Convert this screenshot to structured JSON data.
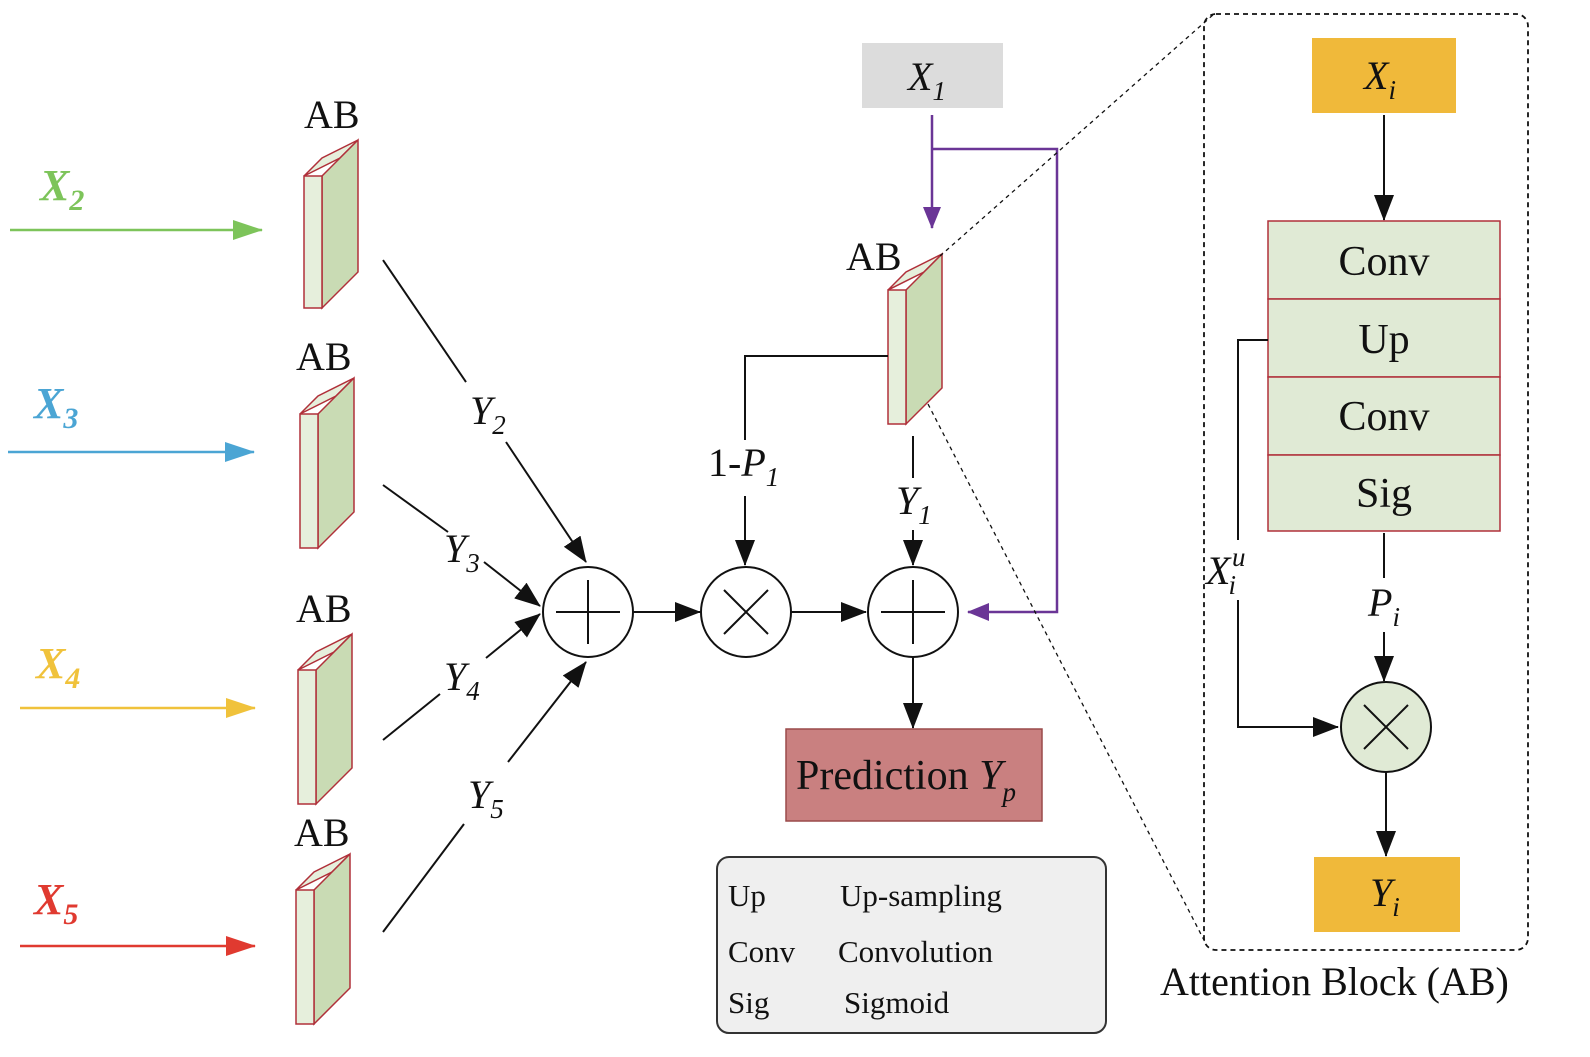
{
  "colors": {
    "x2": "#7dc45a",
    "x3": "#4ba5d4",
    "x4": "#f0c23b",
    "x5": "#e03a30",
    "purple": "#6a3596",
    "block_face": "#c9dbb4",
    "block_front": "#e6efdc",
    "block_edge": "#b0303a",
    "orange": "#f0b93a",
    "prediction": "#c98080",
    "x1_box": "#dcdcdc",
    "legend_bg": "#efefef"
  },
  "inputs": {
    "x2": {
      "base": "X",
      "sub": "2"
    },
    "x3": {
      "base": "X",
      "sub": "3"
    },
    "x4": {
      "base": "X",
      "sub": "4"
    },
    "x5": {
      "base": "X",
      "sub": "5"
    },
    "x1": {
      "base": "X",
      "sub": "1"
    }
  },
  "ab_label": "AB",
  "outputs": {
    "y1": {
      "base": "Y",
      "sub": "1"
    },
    "y2": {
      "base": "Y",
      "sub": "2"
    },
    "y3": {
      "base": "Y",
      "sub": "3"
    },
    "y4": {
      "base": "Y",
      "sub": "4"
    },
    "y5": {
      "base": "Y",
      "sub": "5"
    }
  },
  "one_minus_p": {
    "text": "1-",
    "base": "P",
    "sub": "1"
  },
  "prediction": {
    "text": "Prediction ",
    "base": "Y",
    "sub": "p"
  },
  "legend": [
    {
      "abbr": "Up",
      "full": "Up-sampling"
    },
    {
      "abbr": "Conv",
      "full": "Convolution"
    },
    {
      "abbr": "Sig",
      "full": "Sigmoid"
    }
  ],
  "attention_block": {
    "title": "Attention Block (AB)",
    "input": {
      "base": "X",
      "sub": "i"
    },
    "layers": [
      "Conv",
      "Up",
      "Conv",
      "Sig"
    ],
    "skip": {
      "base": "X",
      "sub": "i",
      "sup": "u"
    },
    "p": {
      "base": "P",
      "sub": "i"
    },
    "output": {
      "base": "Y",
      "sub": "i"
    }
  }
}
